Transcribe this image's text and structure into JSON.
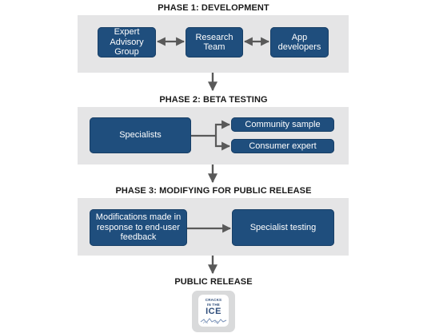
{
  "phases": [
    {
      "title": "PHASE 1: DEVELOPMENT"
    },
    {
      "title": "PHASE 2: BETA TESTING"
    },
    {
      "title": "PHASE 3: MODIFYING FOR PUBLIC RELEASE"
    }
  ],
  "phase1": {
    "expert_advisory_group": "Expert Advisory Group",
    "research_team": "Research Team",
    "app_developers": "App developers"
  },
  "phase2": {
    "specialists": "Specialists",
    "community_sample": "Community sample",
    "consumer_expert": "Consumer expert"
  },
  "phase3": {
    "modifications": "Modifications made in response to end-user feedback",
    "specialist_testing": "Specialist testing"
  },
  "public_release": {
    "title": "PUBLIC RELEASE"
  },
  "logo": {
    "line1": "CRACKS",
    "line2": "IN THE",
    "line3": "ICE"
  },
  "colors": {
    "box": "#1f4e7d",
    "panel": "#e5e5e6",
    "arrow": "#595959"
  }
}
